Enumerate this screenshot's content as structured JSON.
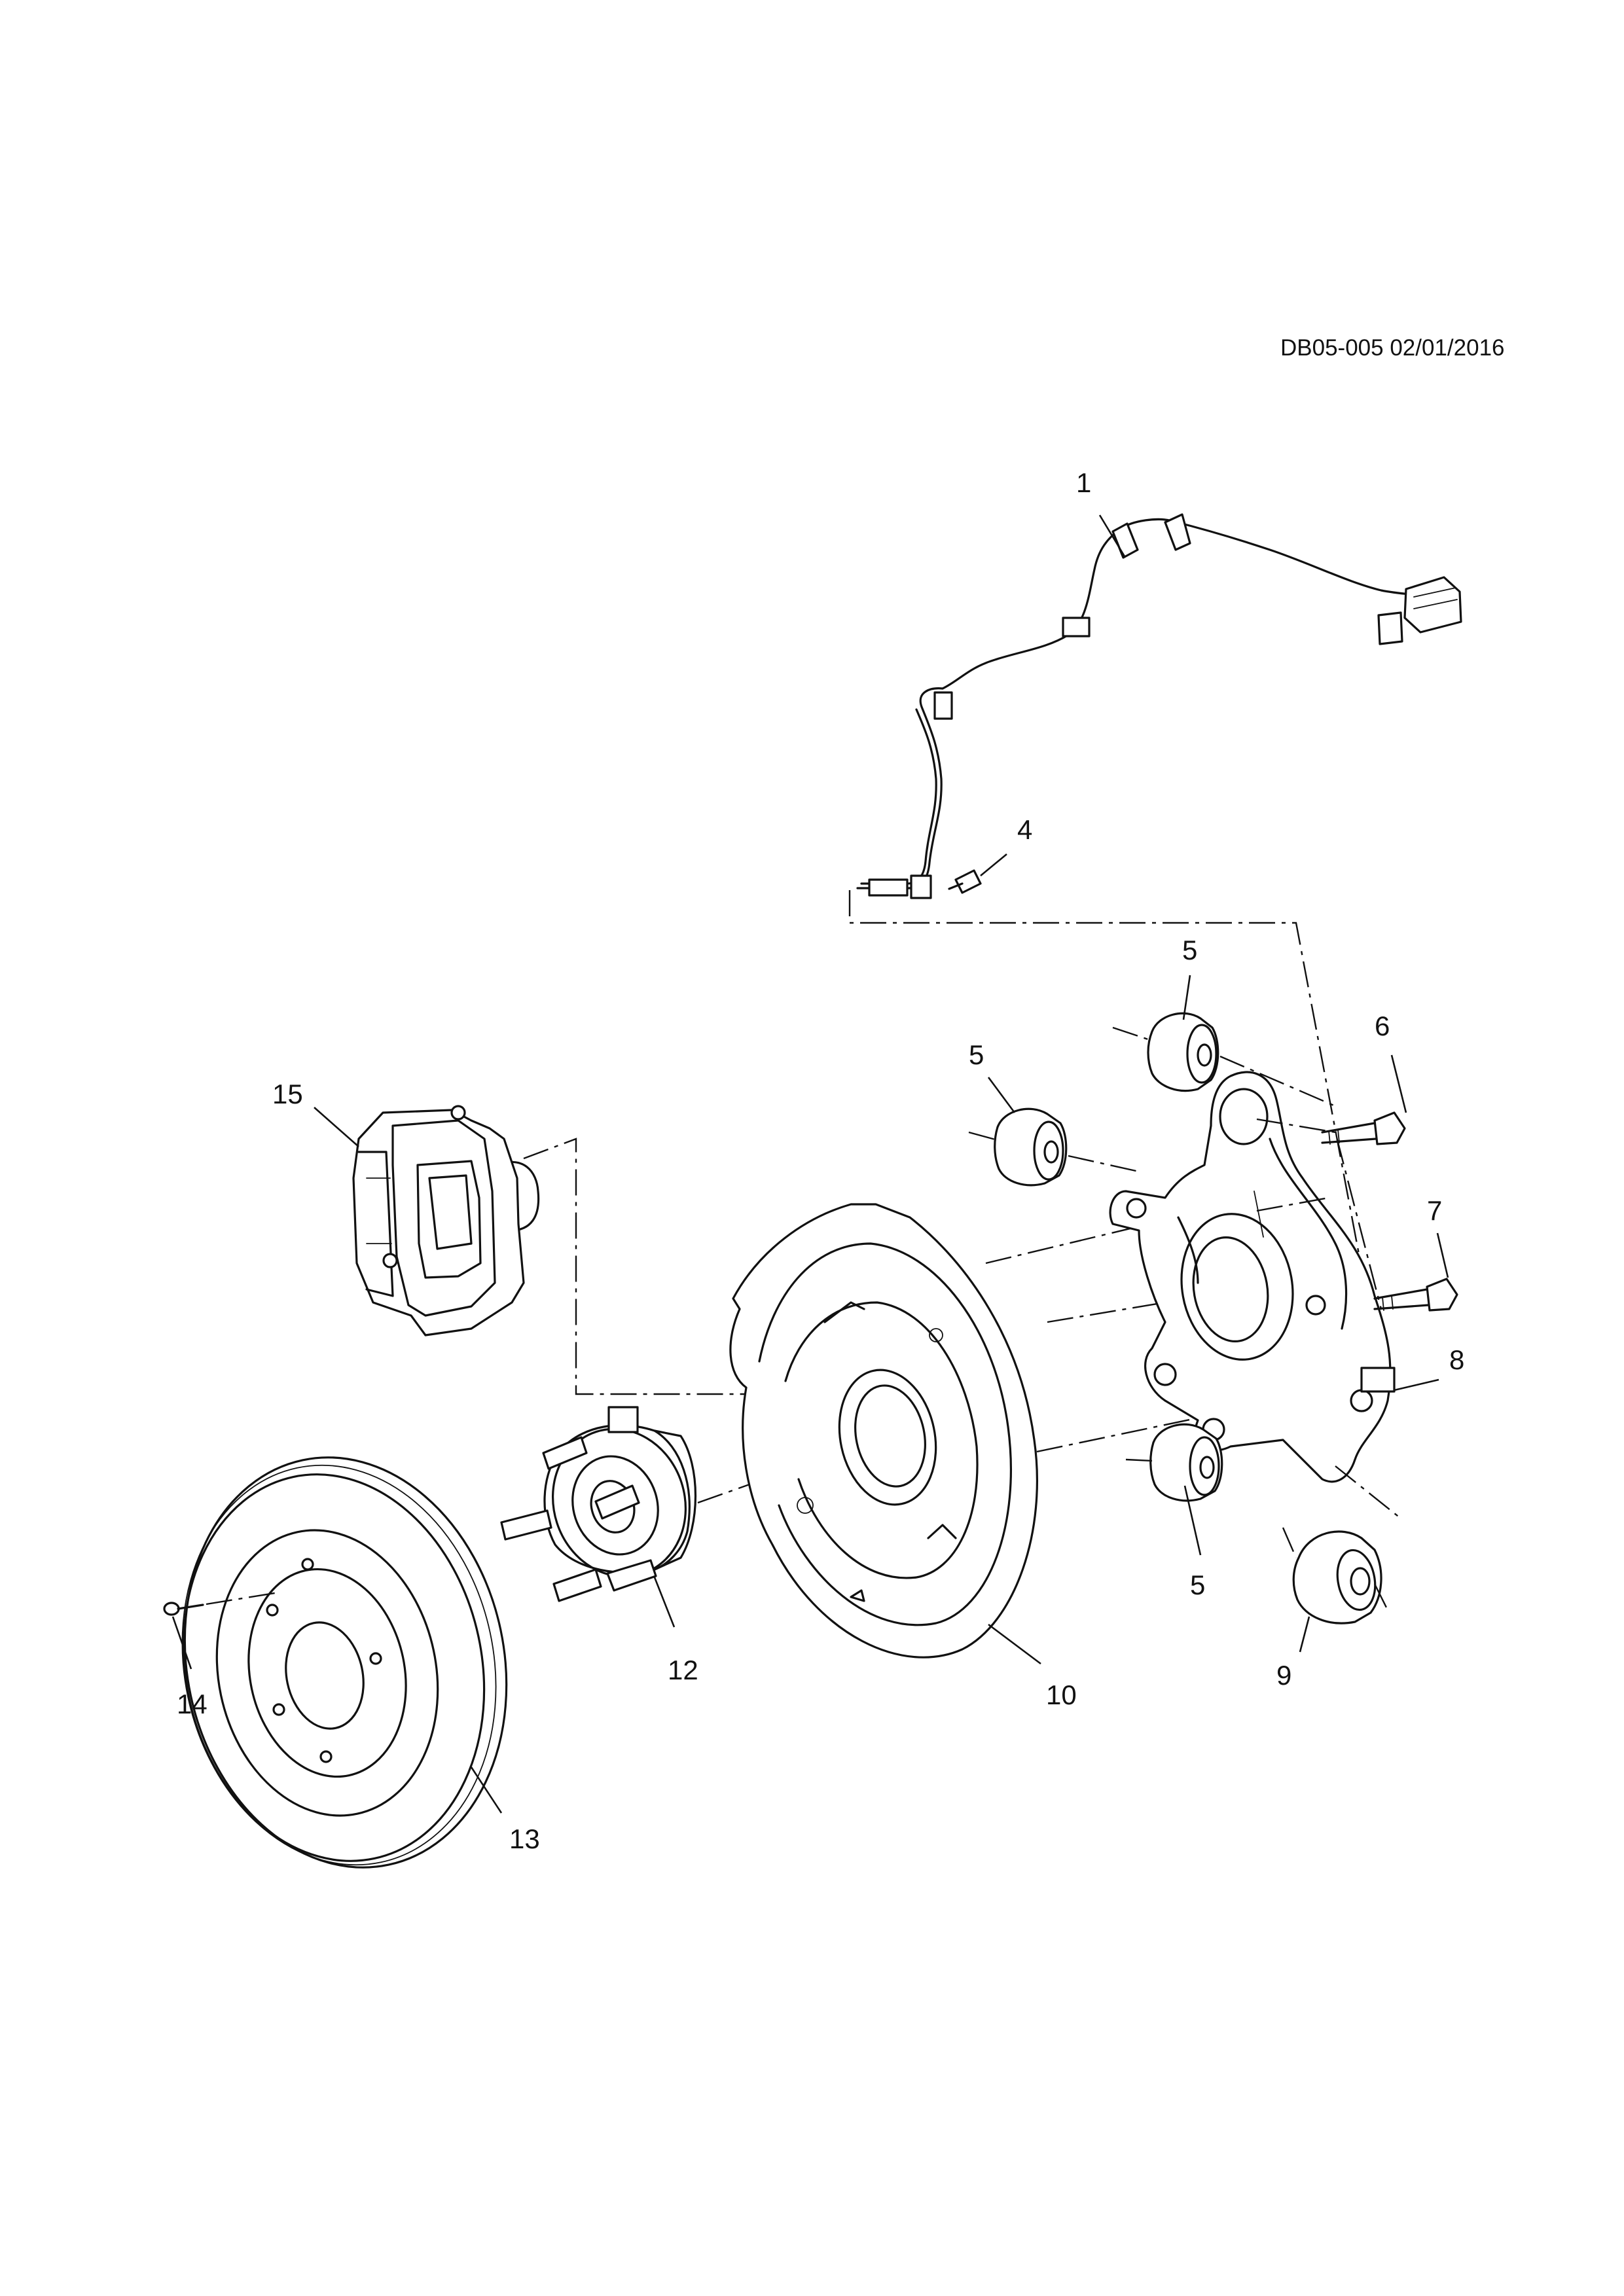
{
  "diagram": {
    "reference": "DB05-005 02/01/2016",
    "callouts": {
      "c1": "1",
      "c4": "4",
      "c5a": "5",
      "c5b": "5",
      "c5c": "5",
      "c6": "6",
      "c7": "7",
      "c8": "8",
      "c9": "9",
      "c10": "10",
      "c12": "12",
      "c13": "13",
      "c14": "14",
      "c15": "15"
    }
  }
}
